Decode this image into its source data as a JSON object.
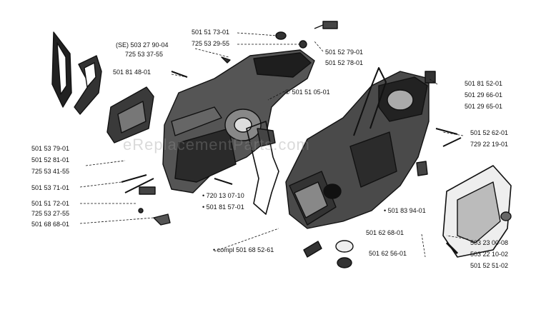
{
  "watermark": "eReplacementParts.com",
  "labels": {
    "p501517301": "501 51 73-01",
    "p725532955": "725 53 29-55",
    "se503279004": "(SE) 503 27 90-04",
    "p725533755": "725 53 37-55",
    "p501814801": "501 81 48-01",
    "p501527901a": "501 52 79-01",
    "p501527801": "501 52 78-01",
    "p501510501": "① 501 51 05-01",
    "p501815201": "501 81 52-01",
    "p501296601": "501 29 66-01",
    "p501296501": "501 29 65-01",
    "p501526201": "501 52 62-01",
    "p729221901": "729 22 19-01",
    "p501537901": "501 53 79-01",
    "p501528101": "501 52 81-01",
    "p725534155": "725 53 41-55",
    "p501537101": "501 53 71-01",
    "p501517201": "501 51 72-01",
    "p725532755": "725 53 27-55",
    "p501686801": "501 68 68-01",
    "p720130710": "• 720 13 07-10",
    "p501815701": "• 501 81 57-01",
    "p501839401": "• 501 83 94-01",
    "p501626801": "501 62 68-01",
    "p501625601": "501 62 56-01",
    "compl": "• compl 501 68 52-61",
    "p503230008": "503 23 00-08",
    "p503221002": "503 22 10-02",
    "p501525102": "501 52 51-02"
  }
}
